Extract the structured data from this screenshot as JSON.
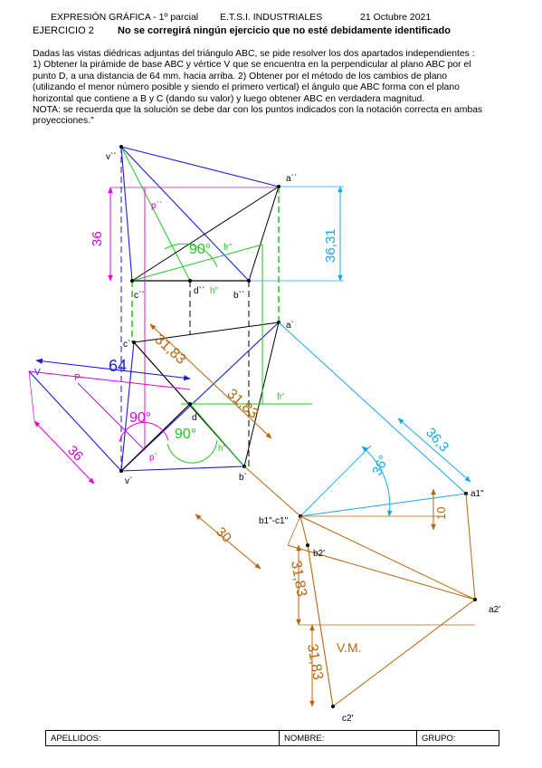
{
  "header": {
    "subject": "EXPRESIÓN GRÁFICA - 1º parcial",
    "school": "E.T.S.I. INDUSTRIALES",
    "date": "21 Octubre 2021",
    "exercise": "EJERCICIO 2",
    "warning": "No se corregirá ningún ejercicio que no esté debidamente identificado"
  },
  "statement": [
    "Dadas las vistas diédricas adjuntas del triángulo ABC, se pide resolver los dos apartados independientes :",
    "1) Obtener la pirámide de base ABC y vértice V que se encuentra en la perpendicular al plano ABC por el",
    "punto D, a una distancia de 64 mm. hacia arriba. 2) Obtener por el método de los cambios de plano",
    "(utilizando el menor número posible y siendo el primero vertical) el ángulo que ABC forma con el plano",
    "horizontal que contiene a B y C (dando su valor) y luego obtener ABC en verdadera magnitud.",
    "NOTA: se recuerda que la solución se debe dar con los puntos indicados con la notación correcta en ambas",
    "proyecciones.\""
  ],
  "labels": {
    "v2": "v``",
    "a2": "a``",
    "c2": "c``",
    "d2": "d``",
    "b2": "b``",
    "h2": "h\"",
    "fr2": "fr\"",
    "p2": "p``",
    "a1": "a`",
    "c1": "c`",
    "d1": "d`",
    "b1": "b`",
    "v1": "v`",
    "p1": "p`",
    "h1": "h'",
    "fr1": "fr'",
    "V": "V",
    "P": "P",
    "a1n": "a1\"",
    "b1c1": "b1\"-c1\"",
    "b2n": "b2'",
    "a2n": "a2'",
    "c2n": "c2'",
    "vm": "V.M."
  },
  "dimensions": {
    "d36_top": "36",
    "d3631": "36,31",
    "d90_top": "90°",
    "d64": "64",
    "d3183_a": "31,83",
    "d3183_b": "31,83",
    "d90_left": "90°",
    "d90_mid": "90°",
    "d36_left": "36",
    "d363": "36,3",
    "d36deg": "36°",
    "d10": "10",
    "d30": "30",
    "d3183_c": "31,83",
    "d3183_d": "31,83"
  },
  "colors": {
    "magenta": "#e000d8",
    "cyan": "#1aa7e6",
    "green": "#1ec81e",
    "blue": "#1a1ae6",
    "orange": "#b8660a"
  },
  "footer": {
    "surname": "APELLIDOS:",
    "name": "NOMBRE:",
    "group": "GRUPO:"
  }
}
